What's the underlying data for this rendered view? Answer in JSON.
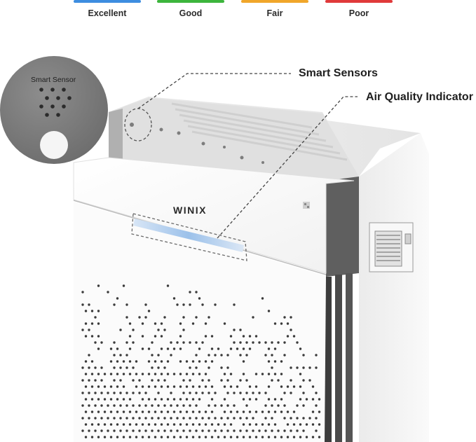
{
  "legend": {
    "items": [
      {
        "label": "Excellent",
        "color": "#3d8de0"
      },
      {
        "label": "Good",
        "color": "#3cb53c"
      },
      {
        "label": "Fair",
        "color": "#f0a62a"
      },
      {
        "label": "Poor",
        "color": "#e0393a"
      }
    ]
  },
  "callouts": {
    "smart_sensors": "Smart Sensors",
    "air_quality_indicator": "Air Quality Indicator"
  },
  "sensor_zoom": {
    "title": "Smart Sensor"
  },
  "device": {
    "brand": "WINIX",
    "body_color": "#f4f4f4",
    "panel_color": "#7a7a7a",
    "indicator_color": "#b9d2ee"
  }
}
